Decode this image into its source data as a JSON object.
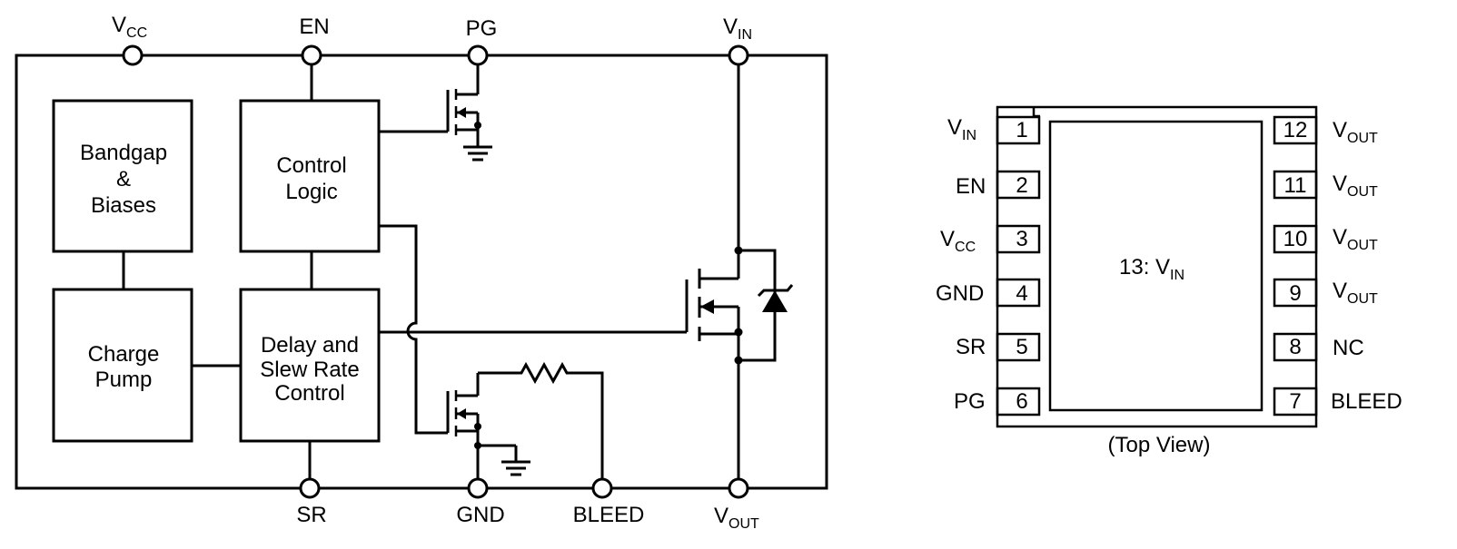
{
  "block_diagram": {
    "top_pins": [
      {
        "main": "V",
        "sub": "CC"
      },
      {
        "main": "EN",
        "sub": ""
      },
      {
        "main": "PG",
        "sub": ""
      },
      {
        "main": "V",
        "sub": "IN"
      }
    ],
    "bottom_pins": [
      {
        "main": "SR",
        "sub": ""
      },
      {
        "main": "GND",
        "sub": ""
      },
      {
        "main": "BLEED",
        "sub": ""
      },
      {
        "main": "V",
        "sub": "OUT"
      }
    ],
    "blocks": {
      "bandgap": [
        "Bandgap",
        "&",
        "Biases"
      ],
      "control_logic": [
        "Control",
        "Logic"
      ],
      "charge_pump": [
        "Charge",
        "Pump"
      ],
      "delay_slew": [
        "Delay and",
        "Slew Rate",
        "Control"
      ]
    }
  },
  "package": {
    "left_pins": [
      {
        "num": "1",
        "main": "V",
        "sub": "IN"
      },
      {
        "num": "2",
        "main": "EN",
        "sub": ""
      },
      {
        "num": "3",
        "main": "V",
        "sub": "CC"
      },
      {
        "num": "4",
        "main": "GND",
        "sub": ""
      },
      {
        "num": "5",
        "main": "SR",
        "sub": ""
      },
      {
        "num": "6",
        "main": "PG",
        "sub": ""
      }
    ],
    "right_pins": [
      {
        "num": "12",
        "main": "V",
        "sub": "OUT"
      },
      {
        "num": "11",
        "main": "V",
        "sub": "OUT"
      },
      {
        "num": "10",
        "main": "V",
        "sub": "OUT"
      },
      {
        "num": "9",
        "main": "V",
        "sub": "OUT"
      },
      {
        "num": "8",
        "main": "NC",
        "sub": ""
      },
      {
        "num": "7",
        "main": "BLEED",
        "sub": ""
      }
    ],
    "thermal_pad": {
      "main": "13: V",
      "sub": "IN"
    },
    "view_label": "(Top View)"
  }
}
